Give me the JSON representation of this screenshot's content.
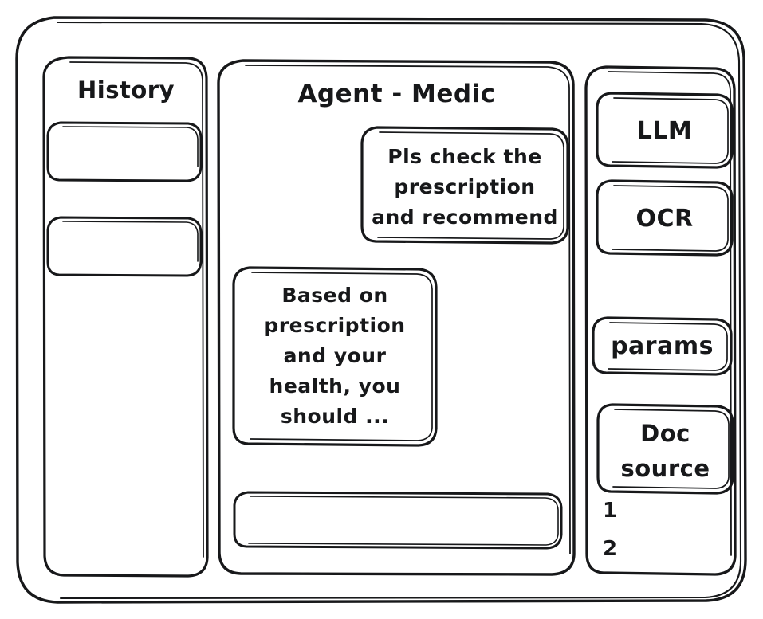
{
  "window": {
    "name": "agent-medic-wireframe"
  },
  "sidebar_left": {
    "title": "History",
    "items": [
      {
        "label": "",
        "name": "history-item-1"
      },
      {
        "label": "",
        "name": "history-item-2"
      }
    ]
  },
  "main": {
    "title": "Agent - Medic",
    "messages": [
      {
        "role": "user",
        "align": "right",
        "lines": [
          "Pls check the",
          "prescription",
          "and recommend"
        ]
      },
      {
        "role": "assistant",
        "align": "left",
        "lines": [
          "Based on",
          "prescription",
          "and your",
          "health, you",
          "should ..."
        ]
      }
    ],
    "composer": {
      "value": "",
      "placeholder": ""
    }
  },
  "sidebar_right": {
    "chips": [
      {
        "name": "llm-chip",
        "lines": [
          "LLM"
        ]
      },
      {
        "name": "ocr-chip",
        "lines": [
          "OCR"
        ]
      },
      {
        "name": "params-chip",
        "lines": [
          "params"
        ]
      },
      {
        "name": "doc-source-chip",
        "lines": [
          "Doc",
          "source"
        ]
      }
    ],
    "doc_list": [
      "1",
      "2"
    ]
  },
  "colors": {
    "ink": "#17181a",
    "paper": "#ffffff"
  }
}
